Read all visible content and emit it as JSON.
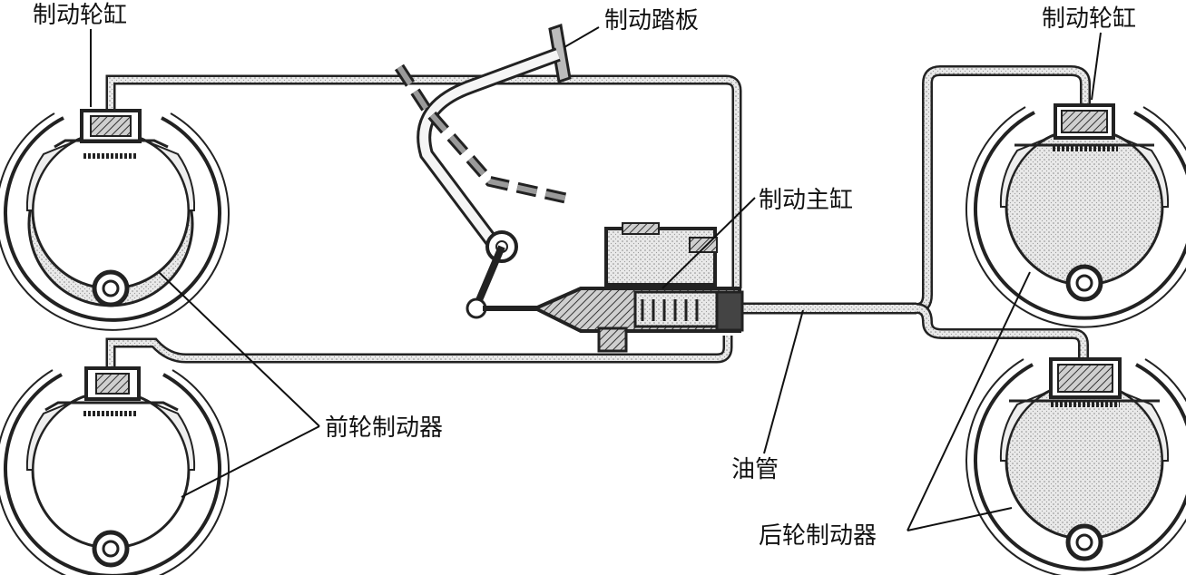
{
  "labels": {
    "front_wheel_cylinder": "制动轮缸",
    "brake_pedal": "制动踏板",
    "rear_wheel_cylinder": "制动轮缸",
    "master_cylinder": "制动主缸",
    "front_brake": "前轮制动器",
    "oil_pipe": "油管",
    "rear_brake": "后轮制动器"
  }
}
